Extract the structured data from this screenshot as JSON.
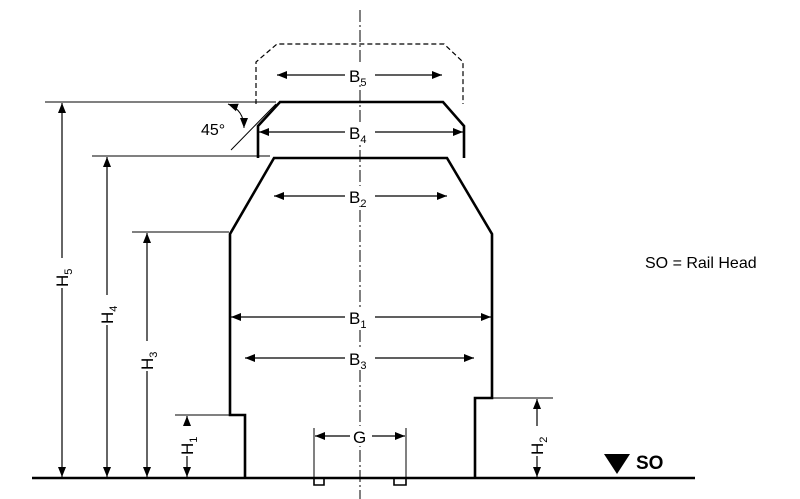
{
  "labels": {
    "b5": {
      "main": "B",
      "sub": "5"
    },
    "b4": {
      "main": "B",
      "sub": "4"
    },
    "b2": {
      "main": "B",
      "sub": "2"
    },
    "b1": {
      "main": "B",
      "sub": "1"
    },
    "b3": {
      "main": "B",
      "sub": "3"
    },
    "g": "G",
    "h5": {
      "main": "H",
      "sub": "5"
    },
    "h4": {
      "main": "H",
      "sub": "4"
    },
    "h3": {
      "main": "H",
      "sub": "3"
    },
    "h1": {
      "main": "H",
      "sub": "1"
    },
    "h2": {
      "main": "H",
      "sub": "2"
    },
    "angle": "45°"
  },
  "note": "SO = Rail Head",
  "so_marker": "SO"
}
